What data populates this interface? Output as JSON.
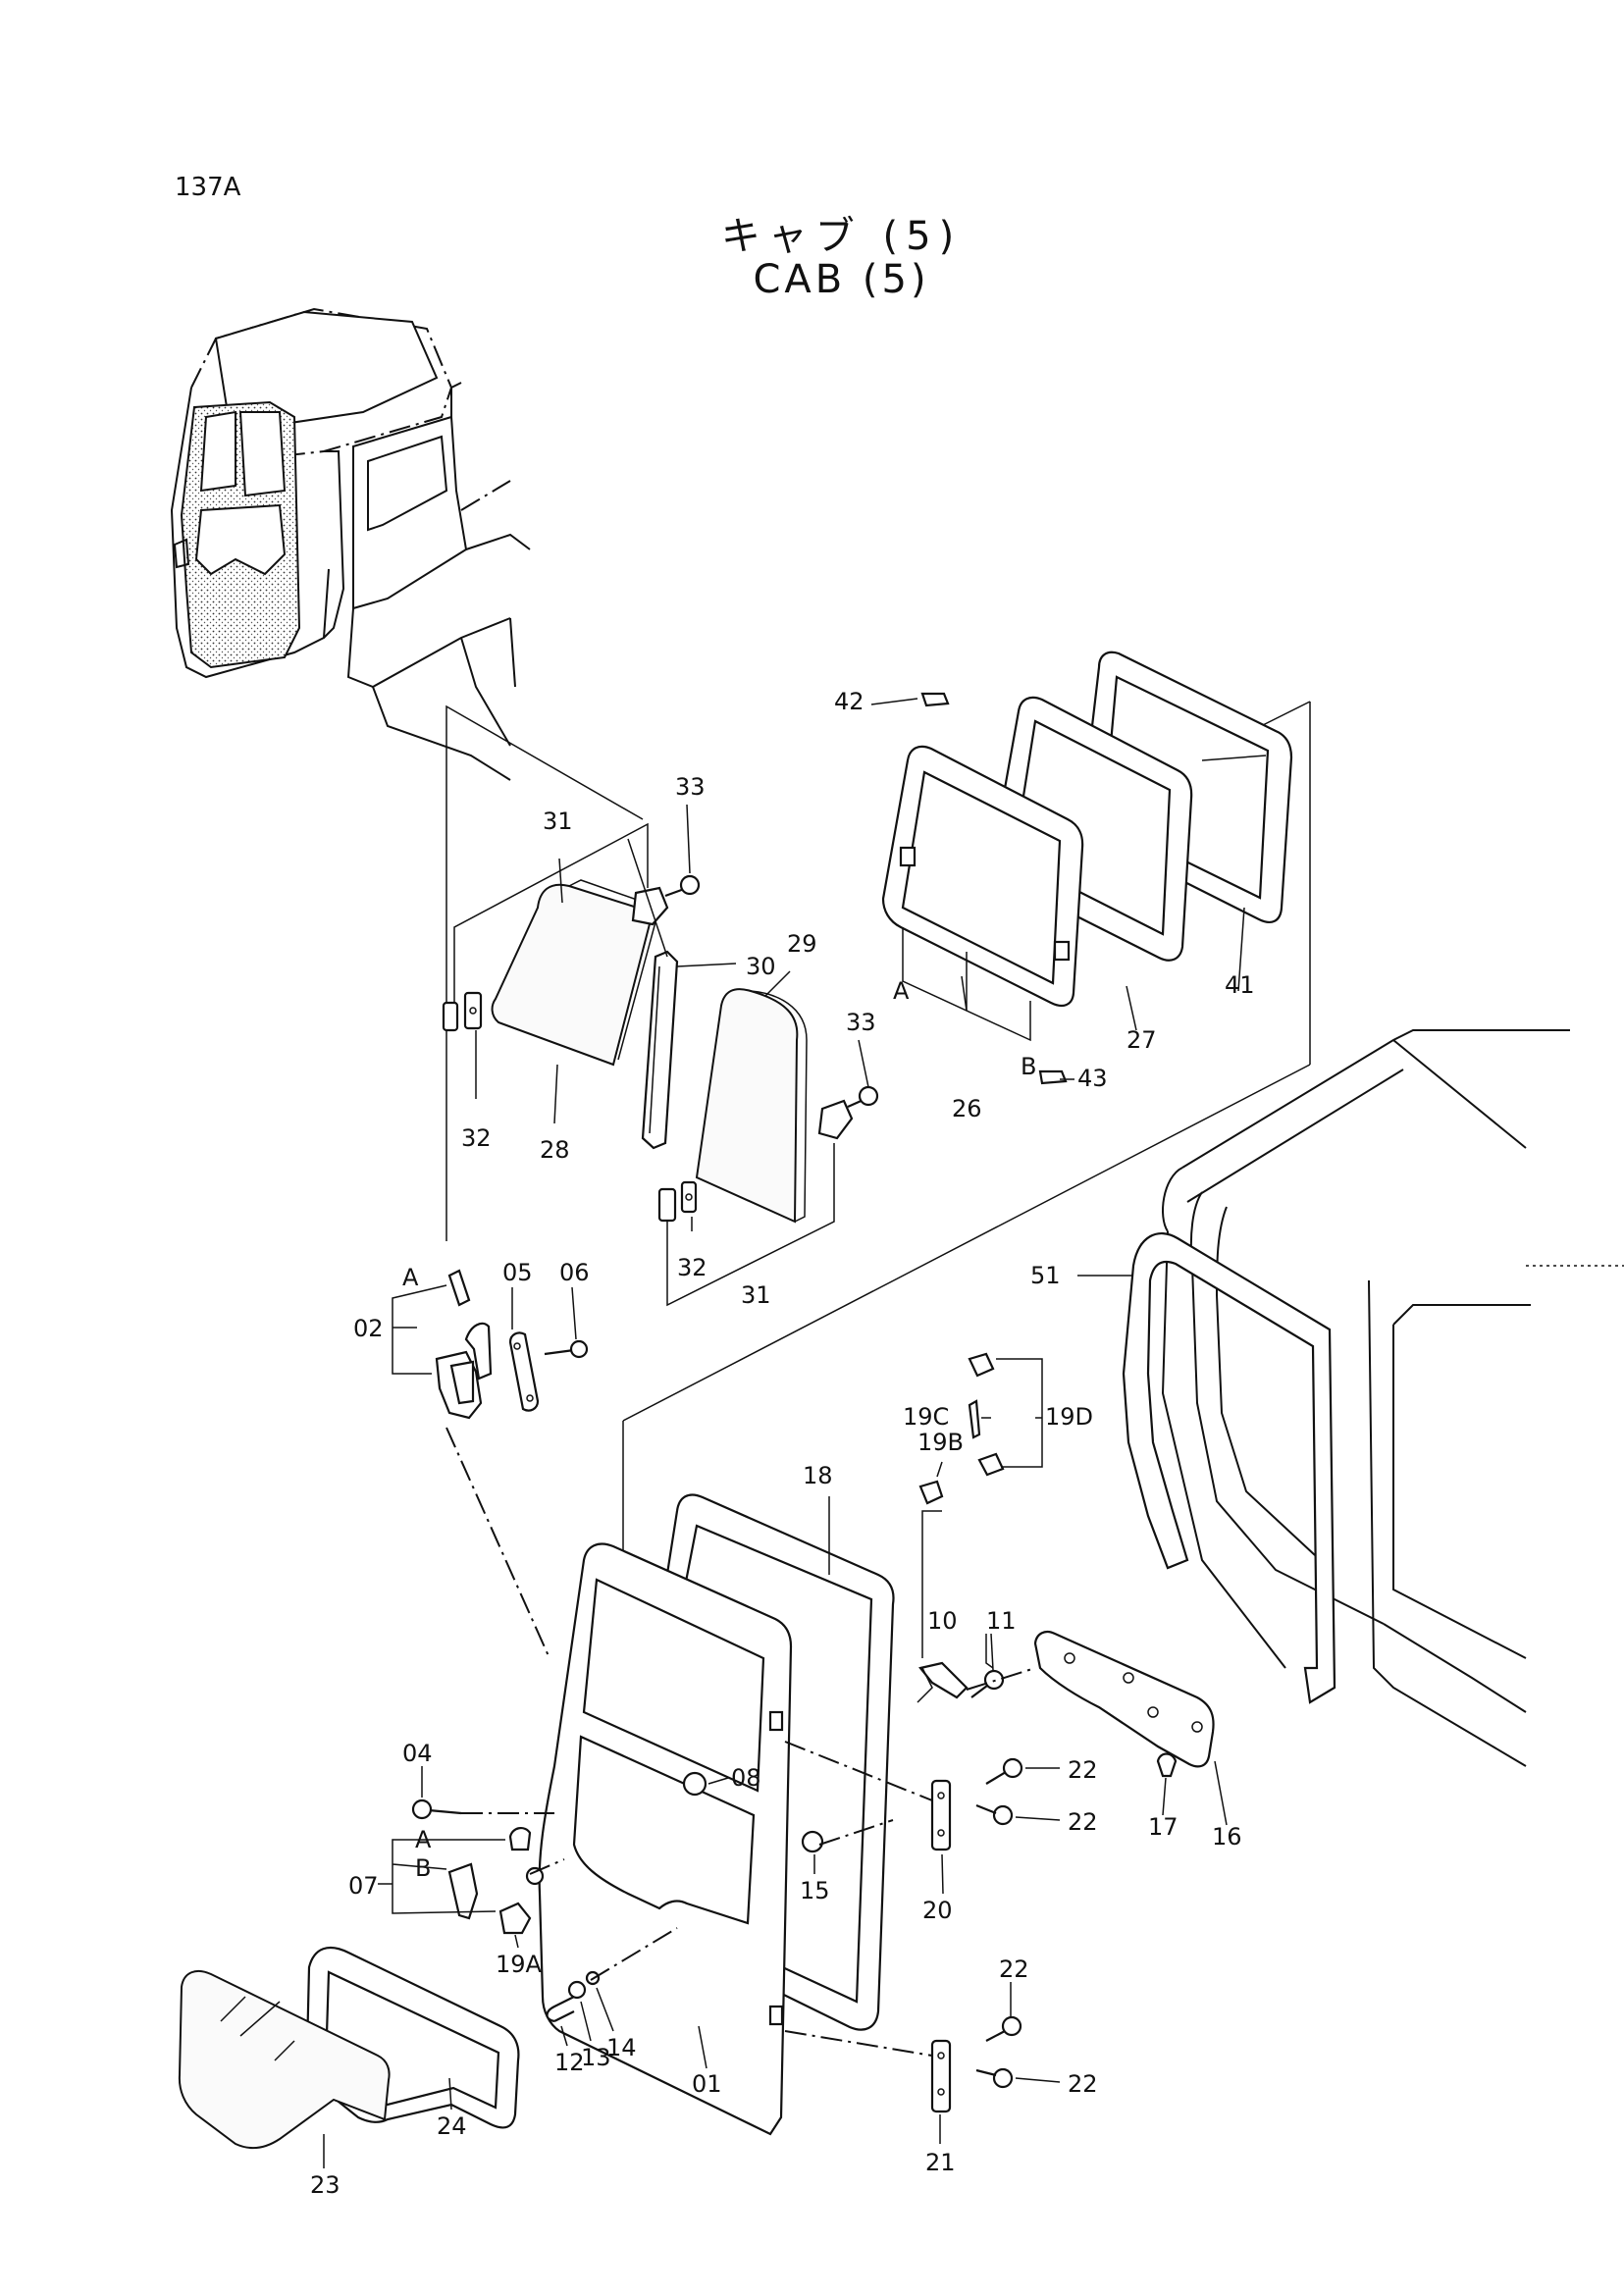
{
  "header": {
    "page_id": "137A",
    "title_jp": "キャブ (5)",
    "title_en": "CAB (5)"
  },
  "callouts": {
    "c01": "01",
    "c02": "02",
    "c04": "04",
    "c05": "05",
    "c06": "06",
    "c07": "07",
    "c08": "08",
    "c10": "10",
    "c11": "11",
    "c12": "12",
    "c13": "13",
    "c14": "14",
    "c15": "15",
    "c16": "16",
    "c17": "17",
    "c18": "18",
    "c19A": "19A",
    "c19B": "19B",
    "c19C": "19C",
    "c19D": "19D",
    "c20": "20",
    "c21": "21",
    "c22a": "22",
    "c22b": "22",
    "c22c": "22",
    "c22d": "22",
    "c23": "23",
    "c24": "24",
    "c26": "26",
    "c27": "27",
    "c28": "28",
    "c29": "29",
    "c30": "30",
    "c31a": "31",
    "c31b": "31",
    "c32a": "32",
    "c32b": "32",
    "c33a": "33",
    "c33b": "33",
    "c41": "41",
    "c42": "42",
    "c43": "43",
    "c51": "51",
    "refA1": "A",
    "refB1": "B",
    "refA2": "A",
    "refA3": "A",
    "refB3": "B"
  }
}
